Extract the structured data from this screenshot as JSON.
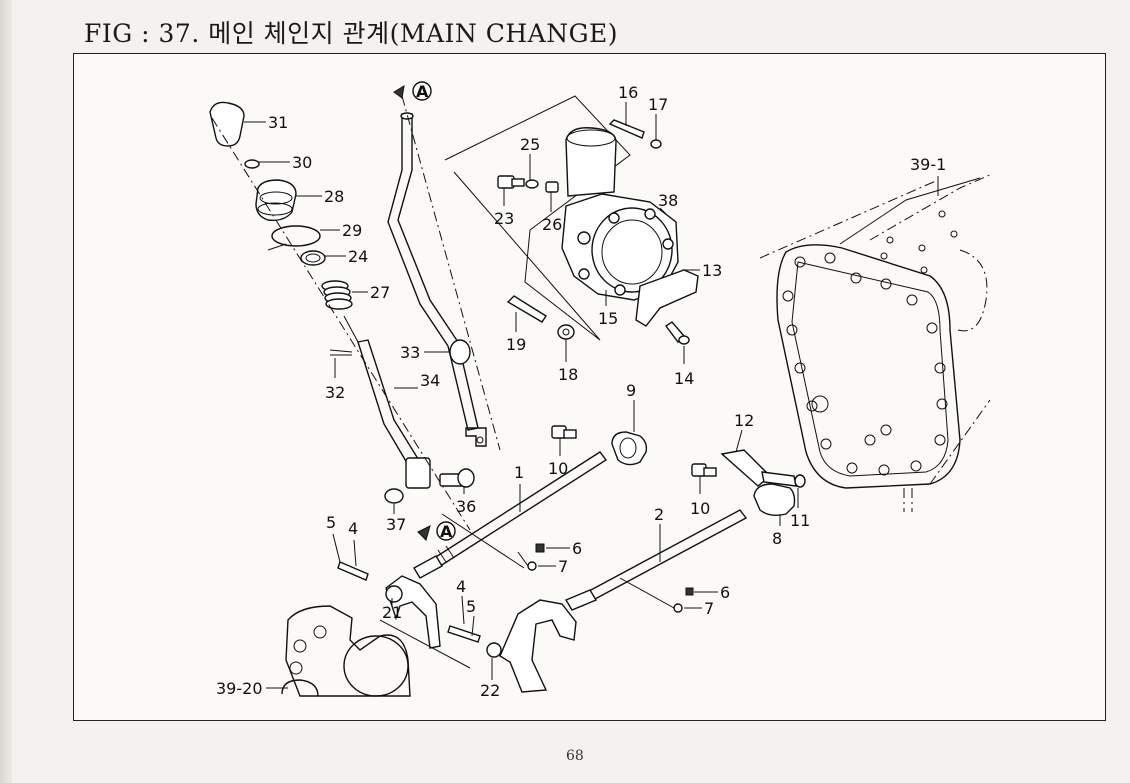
{
  "page": {
    "title": "FIG : 37. 메인 체인지 관계(MAIN CHANGE)",
    "page_number": "68"
  },
  "references": {
    "a_top": "A",
    "a_bottom": "A"
  },
  "callouts": [
    "31",
    "30",
    "28",
    "29",
    "24",
    "27",
    "32",
    "34",
    "33",
    "16",
    "17",
    "25",
    "23",
    "26",
    "38",
    "13",
    "15",
    "19",
    "18",
    "14",
    "39-1",
    "9",
    "10",
    "1",
    "6",
    "7",
    "36",
    "37",
    "5",
    "4",
    "21",
    "12",
    "10",
    "11",
    "8",
    "2",
    "6",
    "7",
    "4",
    "5",
    "22",
    "39-20"
  ]
}
